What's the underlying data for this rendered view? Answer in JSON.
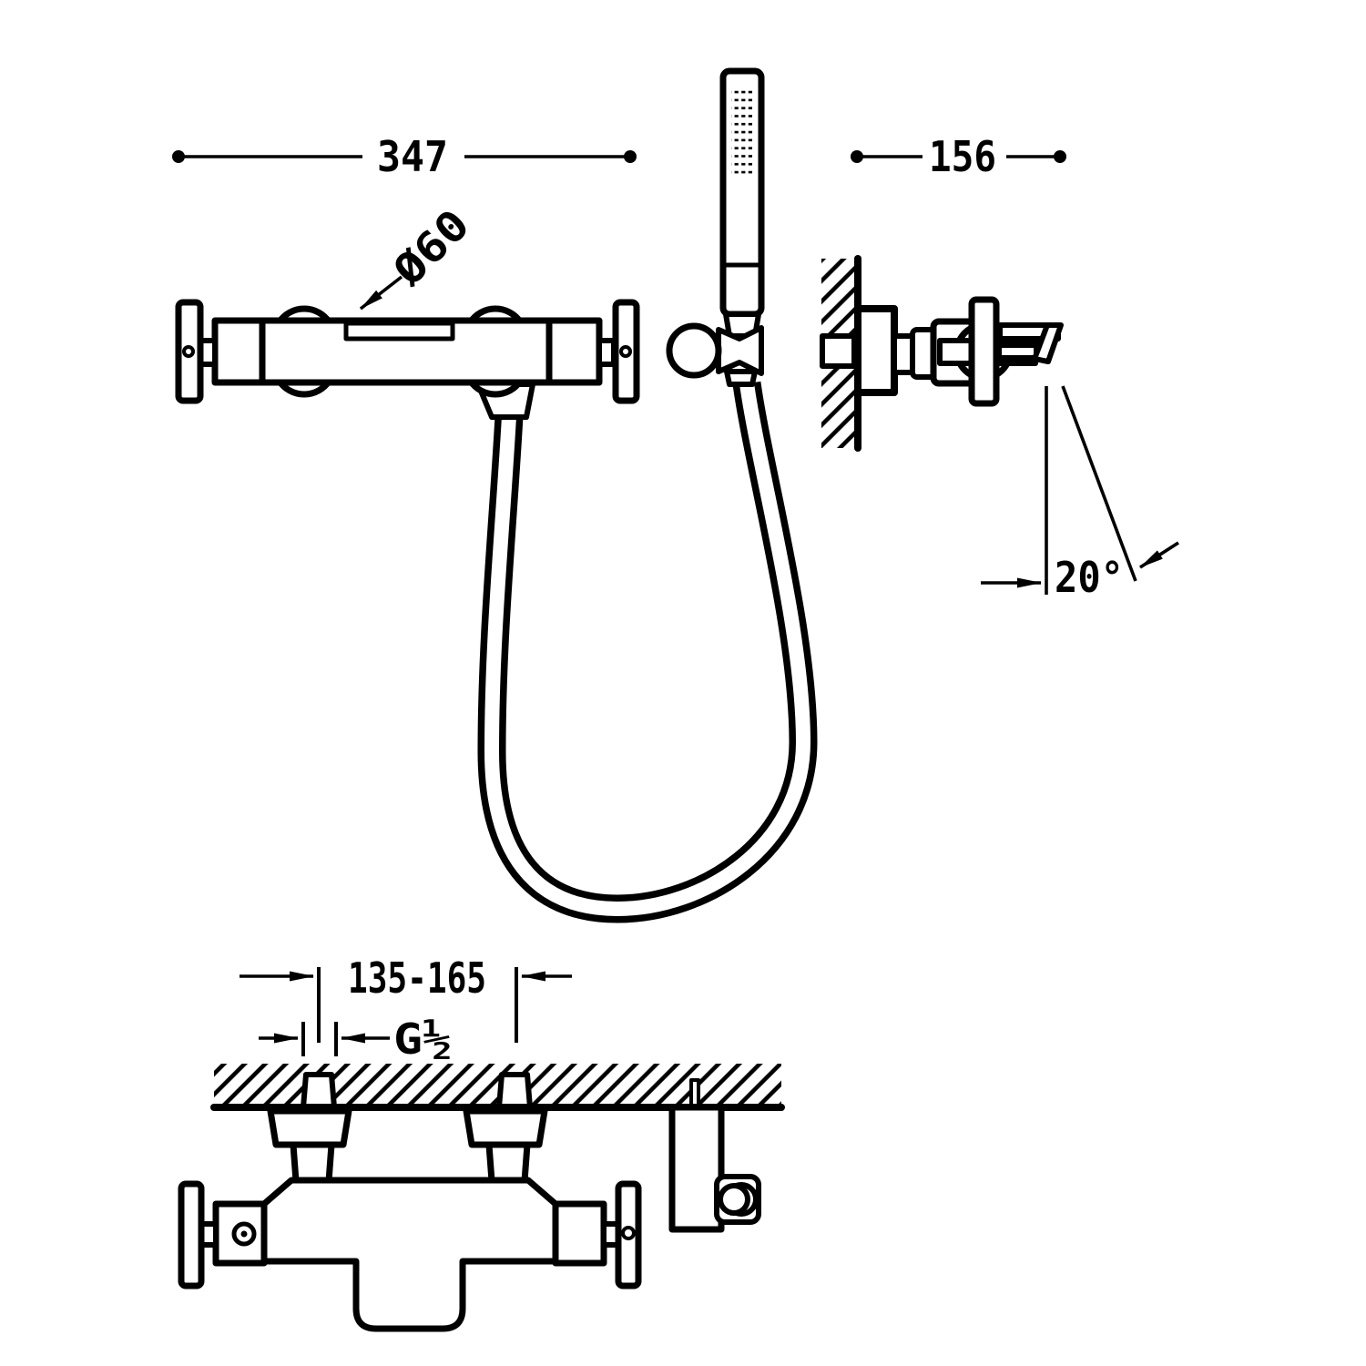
{
  "drawing": {
    "kind": "bath-shower-mixer-technical-drawing",
    "colors": {
      "line": "#000000",
      "background": "#ffffff"
    },
    "labels": {
      "width_total": "347",
      "depth_total": "156",
      "rosette_diameter": "Ø60",
      "spout_angle": "20°",
      "supply_centres": "135-165",
      "connection_thread": "G½"
    }
  }
}
